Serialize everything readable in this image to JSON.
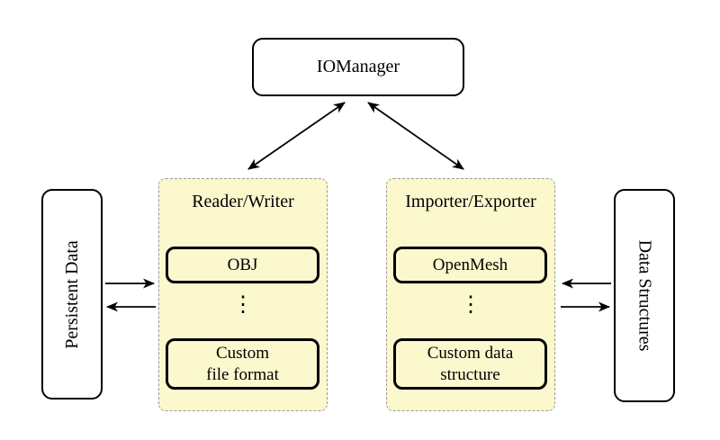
{
  "diagram": {
    "nodes": {
      "iomanager": {
        "label": "IOManager"
      },
      "persistent_data": {
        "label": "Persistent Data"
      },
      "data_structures": {
        "label": "Data Structures"
      },
      "reader_writer": {
        "title": "Reader/Writer",
        "first": {
          "label": "OBJ"
        },
        "dots": "⋮",
        "last": {
          "line1": "Custom",
          "line2": "file format"
        }
      },
      "importer_exporter": {
        "title": "Importer/Exporter",
        "first": {
          "label": "OpenMesh"
        },
        "dots": "⋮",
        "last": {
          "line1": "Custom data",
          "line2": "structure"
        }
      }
    },
    "edges": [
      {
        "from": "iomanager",
        "to": "reader_writer",
        "direction": "both"
      },
      {
        "from": "iomanager",
        "to": "importer_exporter",
        "direction": "both"
      },
      {
        "from": "persistent_data",
        "to": "reader_writer",
        "direction": "forward"
      },
      {
        "from": "reader_writer",
        "to": "persistent_data",
        "direction": "forward"
      },
      {
        "from": "data_structures",
        "to": "importer_exporter",
        "direction": "forward"
      },
      {
        "from": "importer_exporter",
        "to": "data_structures",
        "direction": "forward"
      }
    ],
    "colors": {
      "background": "#ffffff",
      "group_fill": "#fbf8ce",
      "group_border": "#999999",
      "node_fill": "#ffffff",
      "node_border": "#000000",
      "arrow": "#000000",
      "text": "#000000"
    }
  }
}
